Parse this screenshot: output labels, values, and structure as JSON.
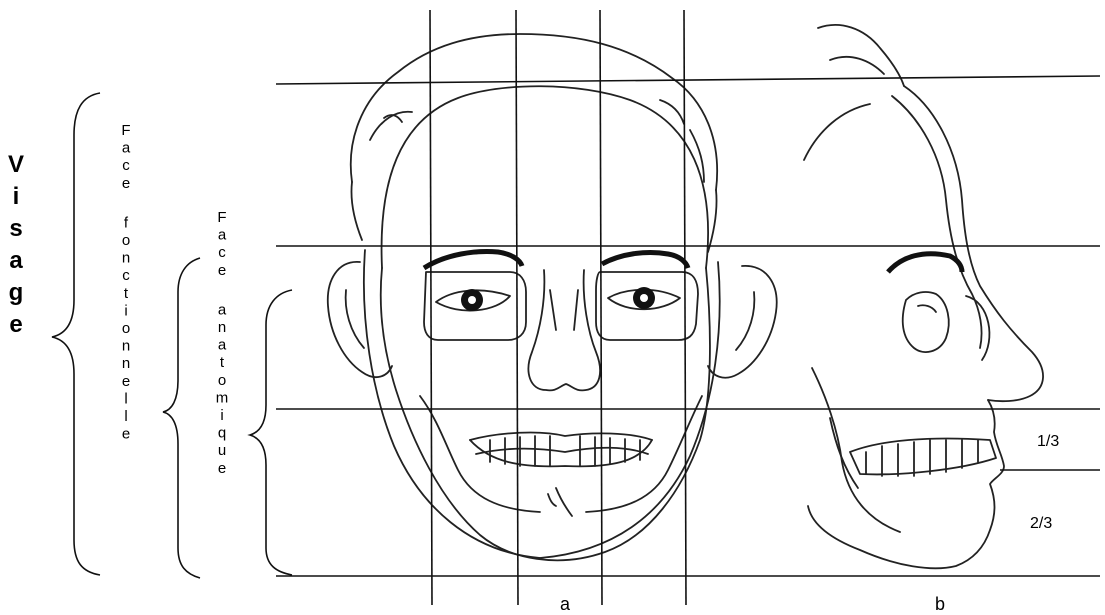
{
  "labels": {
    "visage": "Visage",
    "face_fonctionnelle": "Face fonctionnelle",
    "face_anatomique": "Face anatomique",
    "ratio_upper": "1/3",
    "ratio_lower": "2/3",
    "caption_a": "a",
    "caption_b": "b"
  },
  "colors": {
    "ink": "#111111",
    "background": "#ffffff"
  }
}
